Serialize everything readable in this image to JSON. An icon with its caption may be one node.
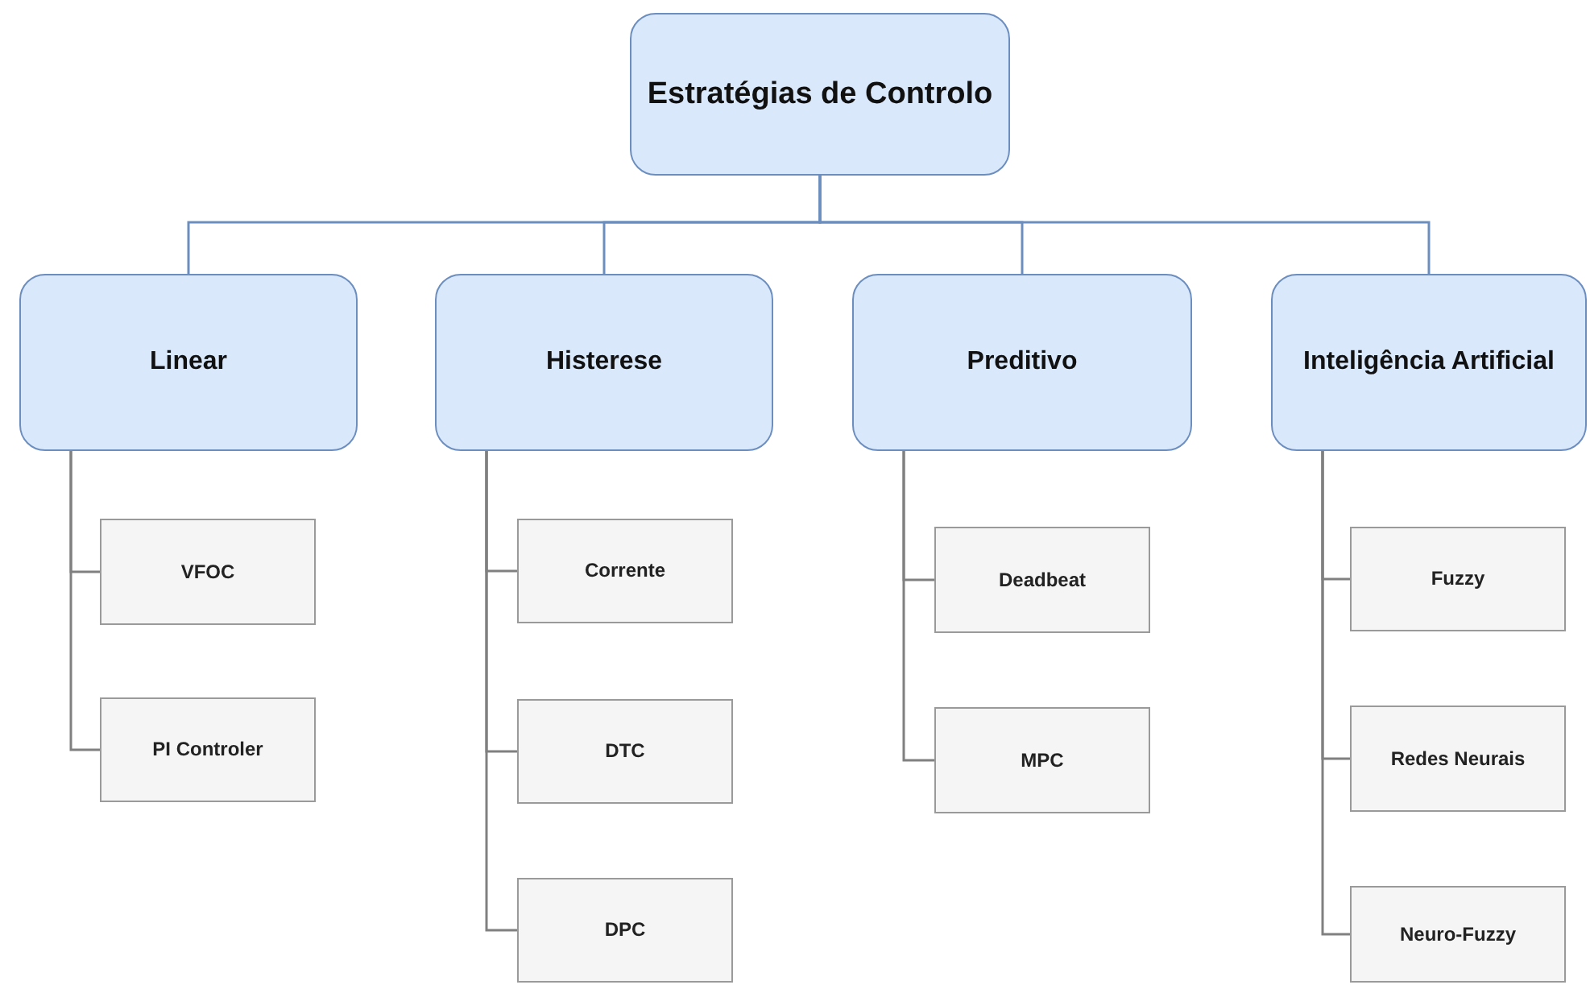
{
  "diagram": {
    "nodes": [
      {
        "text": [
          "Estratégias de Controlo"
        ]
      },
      {
        "text": [
          "Linear"
        ]
      },
      {
        "text": [
          "VFOC"
        ]
      },
      {
        "text": [
          "PI Controler"
        ]
      },
      {
        "text": [
          "Histerese"
        ]
      },
      {
        "text": [
          "Corrente"
        ]
      },
      {
        "text": [
          "DTC"
        ]
      },
      {
        "text": [
          "DPC"
        ]
      },
      {
        "text": [
          "Preditivo"
        ]
      },
      {
        "text": [
          "Deadbeat"
        ]
      },
      {
        "text": [
          "MPC"
        ]
      },
      {
        "text": [
          "Inteligência Artificial"
        ]
      },
      {
        "text": [
          "Fuzzy"
        ]
      },
      {
        "text": [
          "Redes Neurais"
        ]
      },
      {
        "text": [
          "Neuro-Fuzzy"
        ]
      }
    ],
    "edges": [
      {
        "from": 0,
        "to": 1,
        "arrow": "none",
        "color": "#6c8ebf"
      },
      {
        "from": 0,
        "to": 4,
        "arrow": "none",
        "color": "#6c8ebf"
      },
      {
        "from": 0,
        "to": 8,
        "arrow": "none",
        "color": "#6c8ebf"
      },
      {
        "from": 0,
        "to": 11,
        "arrow": "none",
        "color": "#6c8ebf"
      },
      {
        "from": 1,
        "to": 2,
        "arrow": "none"
      },
      {
        "from": 1,
        "to": 3,
        "arrow": "none"
      },
      {
        "from": 4,
        "to": 5,
        "arrow": "none"
      },
      {
        "from": 4,
        "to": 6,
        "arrow": "none"
      },
      {
        "from": 4,
        "to": 7,
        "arrow": "none"
      },
      {
        "from": 8,
        "to": 9,
        "arrow": "none"
      },
      {
        "from": 8,
        "to": 10,
        "arrow": "none"
      },
      {
        "from": 11,
        "to": 12,
        "arrow": "none"
      },
      {
        "from": 11,
        "to": 13,
        "arrow": "none"
      },
      {
        "from": 11,
        "to": 14,
        "arrow": "none"
      }
    ]
  }
}
